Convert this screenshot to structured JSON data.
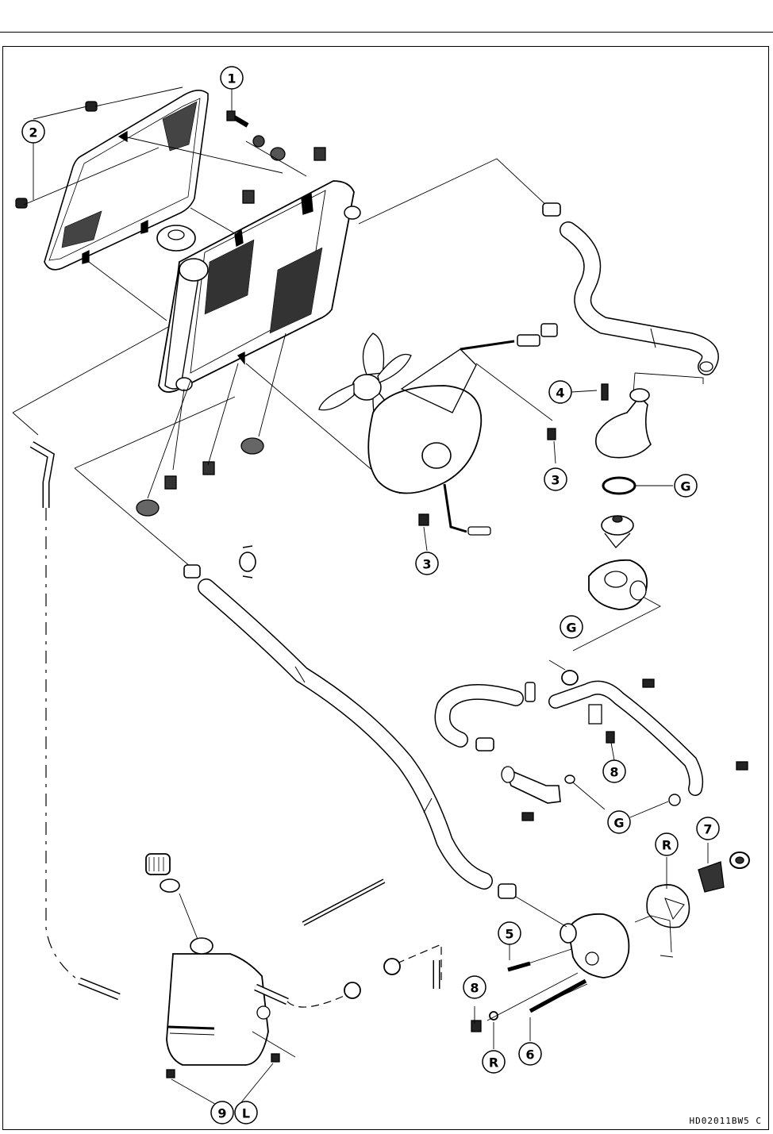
{
  "figure_code": "HD02011BW5 C",
  "callouts": [
    {
      "id": "c1",
      "label": "1"
    },
    {
      "id": "c2",
      "label": "2"
    },
    {
      "id": "c3a",
      "label": "3"
    },
    {
      "id": "c3b",
      "label": "3"
    },
    {
      "id": "c4",
      "label": "4"
    },
    {
      "id": "cGa",
      "label": "G"
    },
    {
      "id": "cGb",
      "label": "G"
    },
    {
      "id": "cGc",
      "label": "G"
    },
    {
      "id": "c5",
      "label": "5"
    },
    {
      "id": "c6",
      "label": "6"
    },
    {
      "id": "c7",
      "label": "7"
    },
    {
      "id": "c8a",
      "label": "8"
    },
    {
      "id": "c8b",
      "label": "8"
    },
    {
      "id": "c9",
      "label": "9"
    },
    {
      "id": "cL",
      "label": "L"
    },
    {
      "id": "cRa",
      "label": "R"
    },
    {
      "id": "cRb",
      "label": "R"
    }
  ]
}
